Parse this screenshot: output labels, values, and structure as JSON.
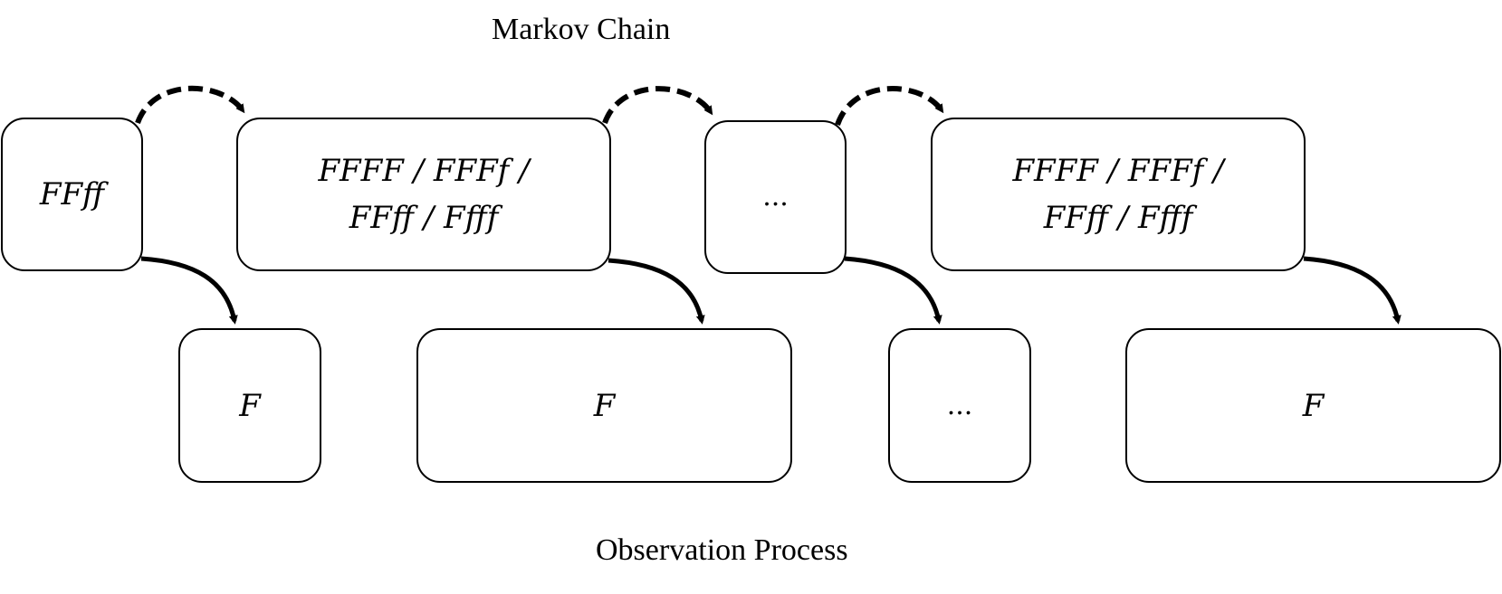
{
  "title_top": "Markov Chain",
  "title_bottom": "Observation Process",
  "hidden_states": [
    {
      "label": "FFff"
    },
    {
      "label": "FFFF / FFFf /\nFFff / Ffff"
    },
    {
      "label": "..."
    },
    {
      "label": "FFFF / FFFf /\nFFff / Ffff"
    }
  ],
  "observations": [
    {
      "label": "F"
    },
    {
      "label": "F"
    },
    {
      "label": "..."
    },
    {
      "label": "F"
    }
  ],
  "edges": {
    "transitions": "dashed",
    "emissions": "solid"
  }
}
